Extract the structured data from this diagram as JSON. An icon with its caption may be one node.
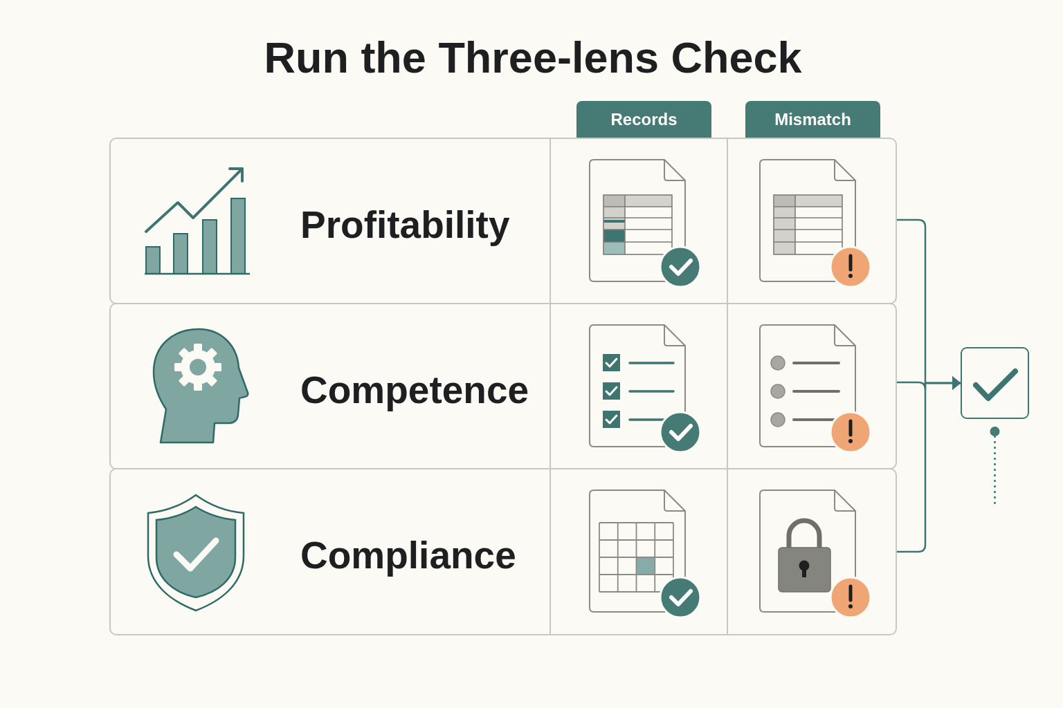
{
  "diagram": {
    "title": "Run the Three-lens Check",
    "nodes": [
      {
        "text": [
          "Records"
        ]
      },
      {
        "text": [
          "Mismatch"
        ]
      },
      {
        "text": [
          "Profitability"
        ]
      },
      {
        "text": [
          "Competence"
        ]
      },
      {
        "text": [
          "Compliance"
        ]
      },
      {
        "text": [],
        "shape": "box"
      }
    ],
    "edges": [
      {
        "from": 2,
        "to": 5,
        "arrow": "to"
      },
      {
        "from": 3,
        "to": 5,
        "arrow": "to"
      },
      {
        "from": 4,
        "to": 5,
        "arrow": "to"
      },
      {
        "from": 5,
        "to": null,
        "arrow": "other",
        "style": "dashed"
      }
    ]
  }
}
